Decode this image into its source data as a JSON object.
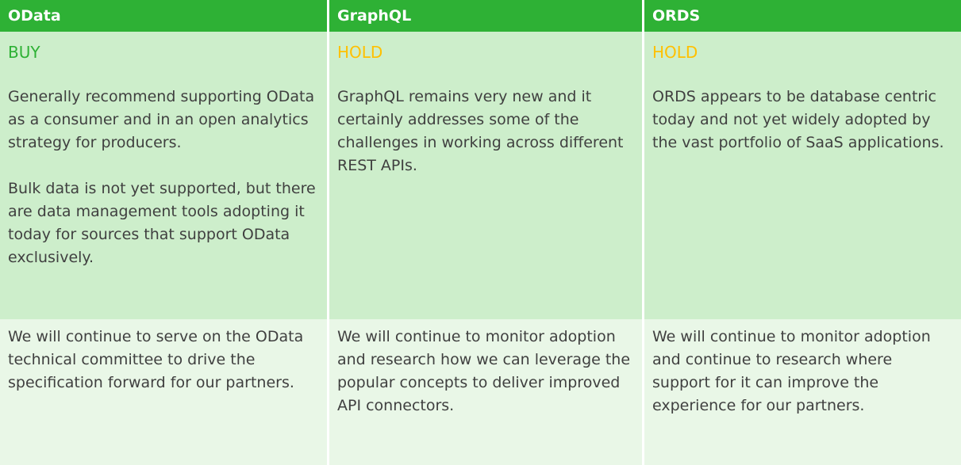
{
  "colors": {
    "header-bg": "#2eb135",
    "header-text": "#ffffff",
    "body-bg": "#cdeecb",
    "footer-bg": "#e9f7e7",
    "text": "#404040",
    "buy": "#2eb135",
    "hold": "#ffc000"
  },
  "table": {
    "columns": [
      {
        "header": "OData",
        "rating": "BUY",
        "rating_color": "#2eb135",
        "paragraphs": [
          "Generally recommend supporting OData as a consumer and in an open analytics strategy for producers.",
          "Bulk data is not yet supported, but there are data management tools adopting it today for sources that support OData exclusively."
        ],
        "footer": "We will continue to serve on the OData technical committee to drive the specification forward for our partners."
      },
      {
        "header": "GraphQL",
        "rating": "HOLD",
        "rating_color": "#ffc000",
        "paragraphs": [
          "GraphQL remains very new and it certainly addresses some of the challenges in working across different REST APIs."
        ],
        "footer": "We will continue to monitor adoption and research how we can leverage the popular concepts to deliver improved API connectors."
      },
      {
        "header": "ORDS",
        "rating": "HOLD",
        "rating_color": "#ffc000",
        "paragraphs": [
          "ORDS appears to be database centric today and not yet widely adopted by the vast portfolio of SaaS applications."
        ],
        "footer": "We will continue to monitor adoption and continue to research where support for it can improve the experience for our partners."
      }
    ]
  }
}
